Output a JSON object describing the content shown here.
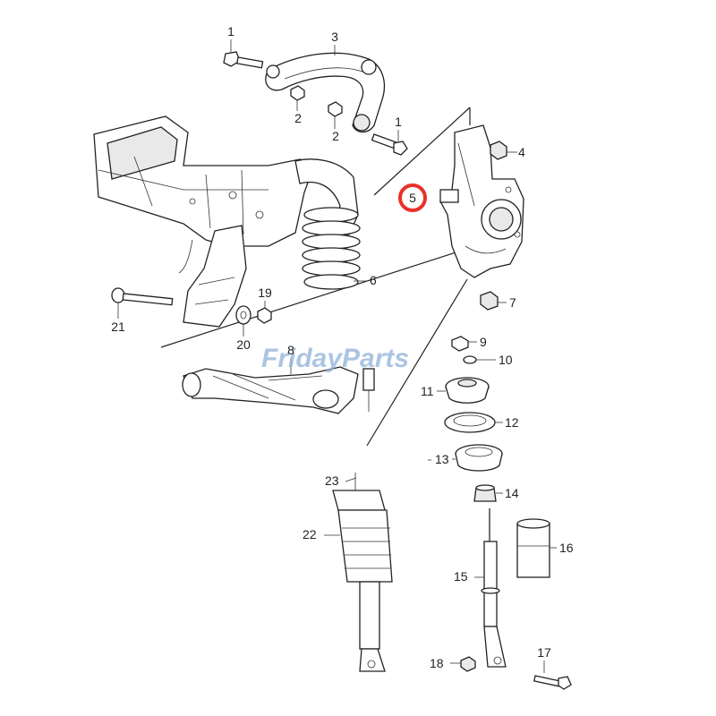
{
  "watermark": "FridayParts",
  "colors": {
    "highlight": "#e8302a",
    "line": "#222222",
    "watermark": "#8fb2d9"
  },
  "callouts": {
    "c1a": "1",
    "c3": "3",
    "c2a": "2",
    "c2b": "2",
    "c1b": "1",
    "c4": "4",
    "c5": "5",
    "c6": "6",
    "c7": "7",
    "c19": "19",
    "c21": "21",
    "c20": "20",
    "c8": "8",
    "c9": "9",
    "c10": "10",
    "c11": "11",
    "c12": "12",
    "c13": "13",
    "c14": "14",
    "c23": "23",
    "c22": "22",
    "c16": "16",
    "c15": "15",
    "c18": "18",
    "c17": "17"
  },
  "highlighted_callout": "5"
}
